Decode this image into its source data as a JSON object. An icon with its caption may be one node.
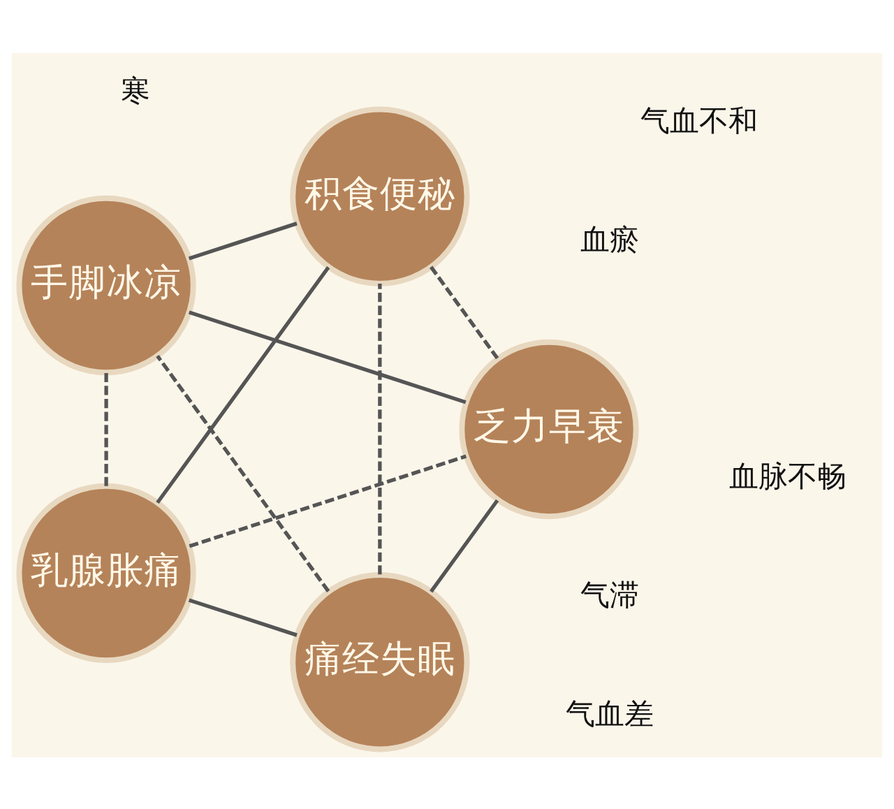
{
  "diagram": {
    "nodes": [
      {
        "text": [
          "痛经失眠"
        ]
      },
      {
        "text": [
          "乏力早衰"
        ]
      },
      {
        "text": [
          "手脚冰凉"
        ]
      },
      {
        "text": [
          "积食便秘"
        ]
      },
      {
        "text": [
          "乳腺胀痛"
        ]
      }
    ],
    "edges": [
      {
        "from": 0,
        "to": 1,
        "arrow": "none"
      },
      {
        "from": 1,
        "to": 2,
        "arrow": "none"
      },
      {
        "from": 2,
        "to": 3,
        "arrow": "none"
      },
      {
        "from": 3,
        "to": 4,
        "arrow": "none"
      },
      {
        "from": 4,
        "to": 0,
        "arrow": "none"
      },
      {
        "from": 0,
        "to": 2,
        "arrow": "none",
        "style": "dashed"
      },
      {
        "from": 0,
        "to": 3,
        "arrow": "none",
        "style": "dashed"
      },
      {
        "from": 4,
        "to": 1,
        "arrow": "none",
        "style": "dashed"
      },
      {
        "from": 4,
        "to": 2,
        "arrow": "none",
        "style": "dashed"
      },
      {
        "from": 3,
        "to": 1,
        "arrow": "none",
        "style": "dashed"
      }
    ],
    "labels": [
      "血瘀",
      "气滞",
      "气血不和",
      "寒",
      "气血差",
      "血脉不畅"
    ]
  }
}
